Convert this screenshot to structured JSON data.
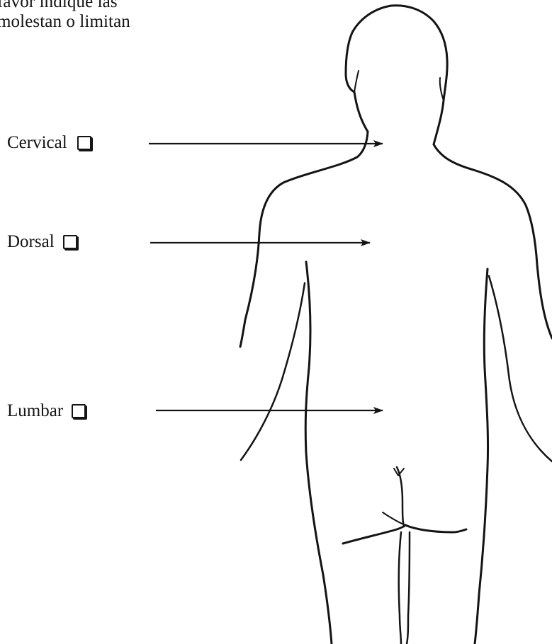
{
  "instructions": {
    "line1": "favor indique las",
    "line2": "molestan o limitan"
  },
  "regions": [
    {
      "label": "Cervical",
      "checked": false
    },
    {
      "label": "Dorsal",
      "checked": false
    },
    {
      "label": "Lumbar",
      "checked": false
    }
  ],
  "colors": {
    "ink": "#141414",
    "background": "#ffffff"
  }
}
